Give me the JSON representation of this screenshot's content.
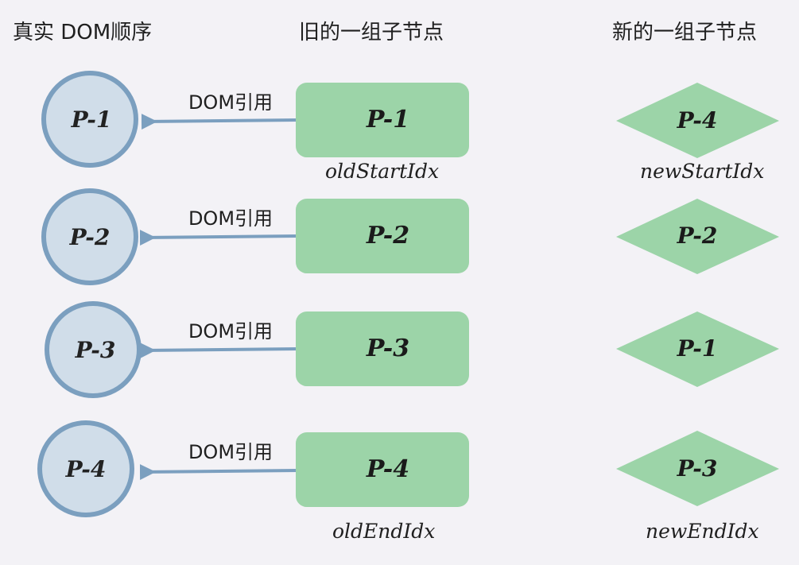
{
  "headers": {
    "real_dom": "真实 DOM顺序",
    "old_children": "旧的一组子节点",
    "new_children": "新的一组子节点"
  },
  "real_dom_nodes": [
    "P-1",
    "P-2",
    "P-3",
    "P-4"
  ],
  "old_nodes": [
    "P-1",
    "P-2",
    "P-3",
    "P-4"
  ],
  "new_nodes": [
    "P-4",
    "P-2",
    "P-1",
    "P-3"
  ],
  "ref_label": "DOM引用",
  "pointers": {
    "old_start": "oldStartIdx",
    "old_end": "oldEndIdx",
    "new_start": "newStartIdx",
    "new_end": "newEndIdx"
  },
  "colors": {
    "circle_fill": "#d0dde9",
    "circle_stroke": "#7b9fbf",
    "rect_fill": "#9cd4a8",
    "diamond_fill": "#9cd4a8",
    "arrow": "#7b9fbf",
    "background": "#f3f2f6"
  }
}
